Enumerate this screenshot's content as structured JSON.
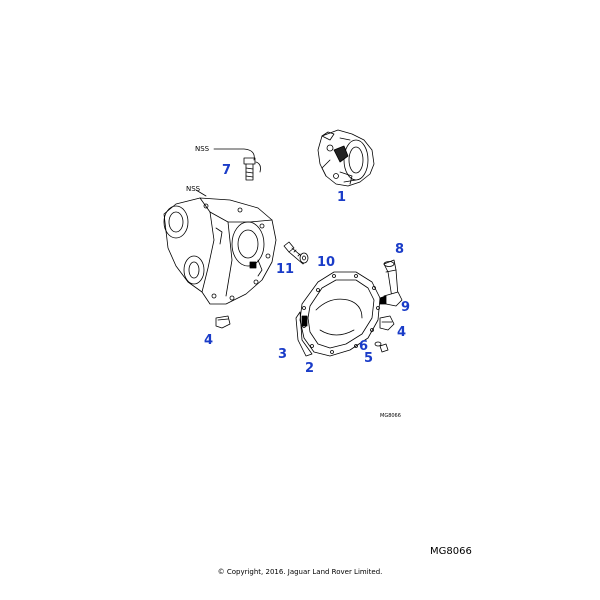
{
  "callout_color": "#1a3cc8",
  "labels": {
    "nss_top": "NSS",
    "nss_body": "NSS",
    "small_ref": "MG8066",
    "figure_ref": "MG8066",
    "copyright": "© Copyright, 2016. Jaguar Land Rover Limited."
  },
  "callouts": {
    "c1": "1",
    "c2": "2",
    "c3": "3",
    "c4a": "4",
    "c4b": "4",
    "c5": "5",
    "c6": "6",
    "c7": "7",
    "c8": "8",
    "c9": "9",
    "c10": "10",
    "c11": "11"
  }
}
